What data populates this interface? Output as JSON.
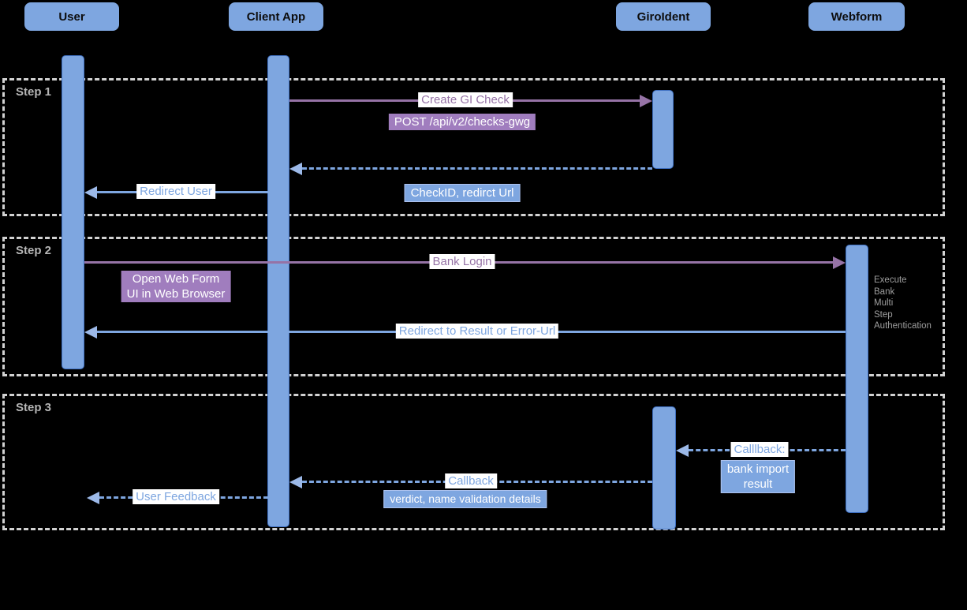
{
  "actors": [
    {
      "label": "User"
    },
    {
      "label": "Client App"
    },
    {
      "label": "GiroIdent"
    },
    {
      "label": "Webform"
    }
  ],
  "step1": {
    "label": "Step 1",
    "create_check": {
      "label": "Create GI Check",
      "payload": "POST /api/v2/checks-gwg"
    },
    "return_msg": {
      "payload": "CheckID, redirct Url"
    },
    "redirect_user": {
      "label": "Redirect User"
    }
  },
  "step2": {
    "label": "Step 2",
    "bank_login": {
      "label": "Bank Login",
      "payload": "Open Web Form\nUI in Web Browser"
    },
    "webform_note": "Execute\nBank\nMulti\nStep\nAuthentication",
    "redirect_result": {
      "label": "Redirect to Result or Error-Url"
    }
  },
  "step3": {
    "label": "Step 3",
    "webform_callback": {
      "label": "Calllback:",
      "payload": "bank import\nresult"
    },
    "giroident_callback": {
      "label": "Callback",
      "payload": "verdict, name validation details"
    },
    "user_feedback": {
      "label": "User Feedback"
    }
  },
  "colors": {
    "background": "#000000",
    "actor_fill": "#7ea6e0",
    "bar_border": "#3e6fc1",
    "purple_line": "#9673a6",
    "purple_label_bg": "#a07dbe",
    "blue_line": "#7ea6e0",
    "blue_arrowhead": "#9cb9e8",
    "frame_dash": "#d2d2d2",
    "step_label_text": "#b5b5b5",
    "note_text": "#9e9e9e"
  }
}
